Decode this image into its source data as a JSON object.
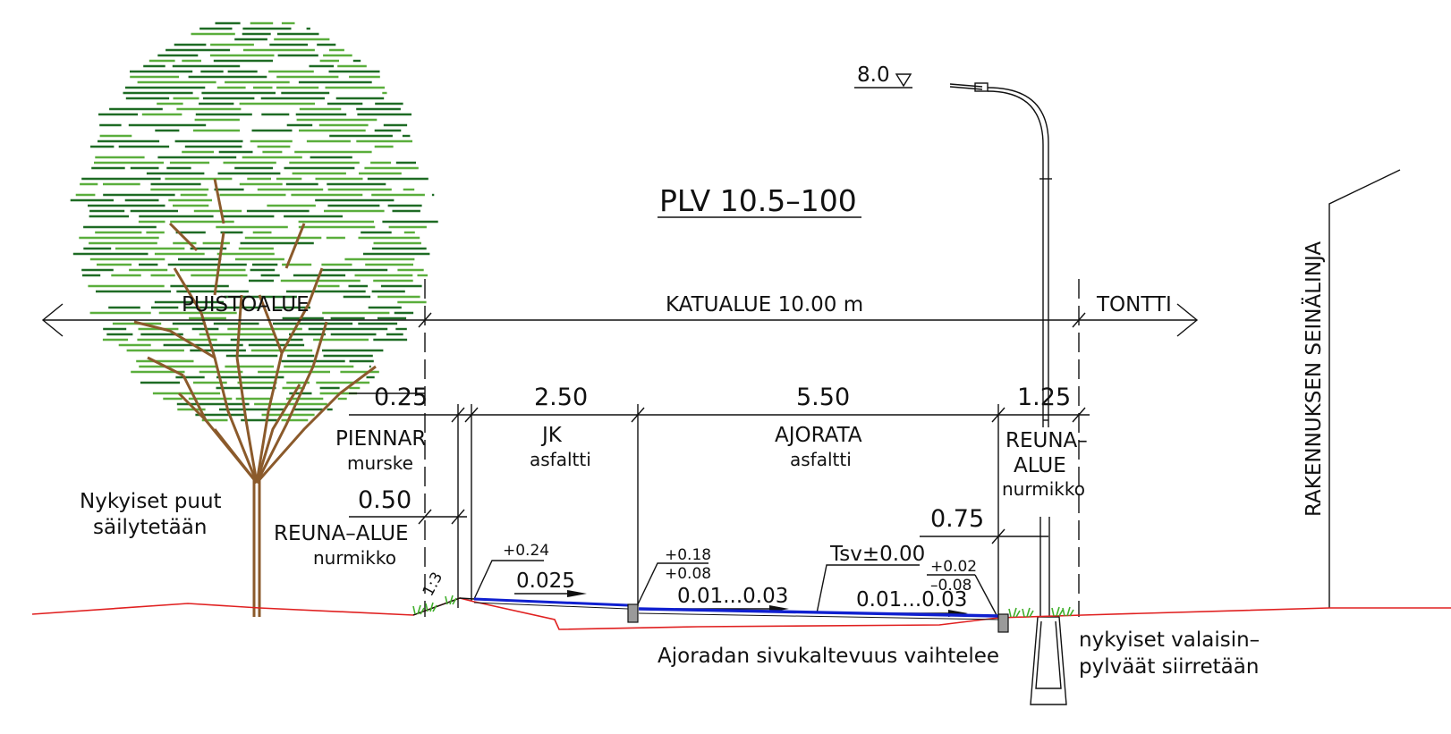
{
  "title": "PLV 10.5–100",
  "elevation": "8.0",
  "zones": {
    "puistoalue": "PUISTOALUE",
    "katualue": "KATUALUE 10.00 m",
    "tontti": "TONTTI",
    "building_line": "RAKENNUKSEN SEINÄLINJA"
  },
  "widths": {
    "piennar": "0.25",
    "jk": "2.50",
    "ajorata": "5.50",
    "reuna_right": "1.25",
    "reuna_left": "0.50",
    "pole_offset": "0.75"
  },
  "sections": {
    "piennar": {
      "name": "PIENNAR",
      "material": "murske"
    },
    "jk": {
      "name": "JK",
      "material": "asfaltti"
    },
    "ajorata": {
      "name": "AJORATA",
      "material": "asfaltti"
    },
    "reuna_right": {
      "name_line1": "REUNA–",
      "name_line2": "ALUE",
      "material": "nurmikko"
    },
    "reuna_left": {
      "name": "REUNA–ALUE",
      "material": "nurmikko"
    }
  },
  "notes": {
    "trees_line1": "Nykyiset puut",
    "trees_line2": "säilytetään",
    "slope_note": "Ajoradan sivukaltevuus vaihtelee",
    "poles_line1": "nykyiset valaisin–",
    "poles_line2": "pylväät siirretään",
    "embankment": "1:3"
  },
  "levels": {
    "jk_edge": "+0.24",
    "curb_top": "+0.18",
    "curb_bottom": "+0.08",
    "tsv": "Tsv±0.00",
    "right_top": "+0.02",
    "right_bottom": "–0.08"
  },
  "slopes": {
    "jk": "0.025",
    "ajorata_left": "0.01...0.03",
    "ajorata_right": "0.01...0.03"
  },
  "colors": {
    "ground": "#e02020",
    "pavement": "#1020d0",
    "foliage_dark": "#1e6b24",
    "foliage_light": "#5aae3c",
    "branches": "#8b5a2b",
    "grass": "#3fae2a",
    "curb": "#9a9a9a"
  }
}
